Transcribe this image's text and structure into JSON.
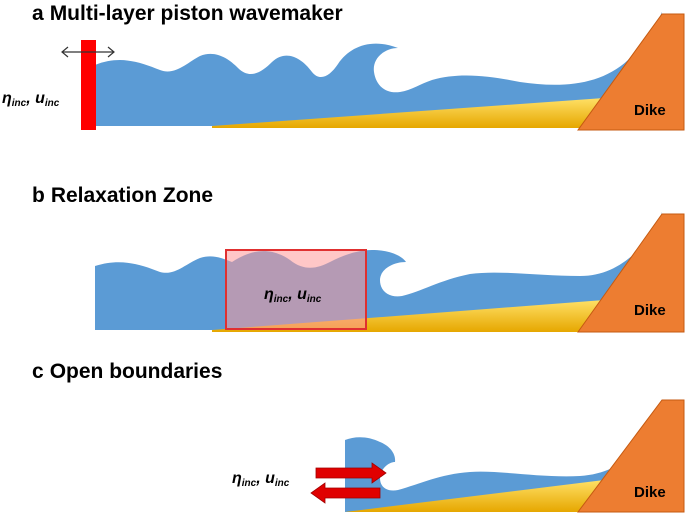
{
  "panels": [
    {
      "letter": "a",
      "title": "Multi-layer piston wavemaker",
      "dike_label": "Dike",
      "eta": "η",
      "eta_sub": "inc",
      "u": "u",
      "u_sub": "inc",
      "sep": ", "
    },
    {
      "letter": "b",
      "title": "Relaxation Zone",
      "dike_label": "Dike",
      "eta": "η",
      "eta_sub": "inc",
      "u": "u",
      "u_sub": "inc",
      "sep": ", "
    },
    {
      "letter": "c",
      "title": "Open boundaries",
      "dike_label": "Dike",
      "eta": "η",
      "eta_sub": "inc",
      "u": "u",
      "u_sub": "inc",
      "sep": ", "
    }
  ],
  "colors": {
    "water": "#5b9bd5",
    "sand": "#f5c518",
    "dike": "#ed7d31",
    "piston": "#ff0000",
    "relaxation_fill": "#ff9999",
    "relaxation_border": "#e03030",
    "arrow": "#e00000"
  }
}
